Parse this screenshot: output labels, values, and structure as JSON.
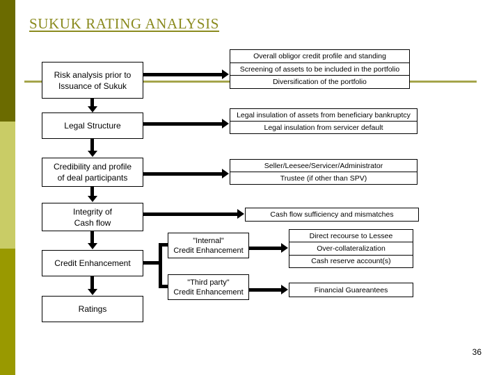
{
  "slide": {
    "title": "SUKUK RATING ANALYSIS",
    "page_number": "36",
    "accent_colors": {
      "title": "#8a8a1e",
      "rule": "#a5a54a",
      "band_top": "#6b6b00",
      "band_mid": "#c9cc66",
      "band_bottom": "#999900"
    }
  },
  "flow": {
    "main_steps": [
      {
        "id": "risk-analysis",
        "lines": [
          "Risk analysis prior to",
          "Issuance of Sukuk"
        ]
      },
      {
        "id": "legal-structure",
        "lines": [
          "Legal Structure"
        ]
      },
      {
        "id": "credibility",
        "lines": [
          "Credibility and profile",
          "of deal participants"
        ]
      },
      {
        "id": "integrity",
        "lines": [
          "Integrity of",
          "Cash flow"
        ]
      },
      {
        "id": "credit-enhancement",
        "lines": [
          "Credit Enhancement"
        ]
      },
      {
        "id": "ratings",
        "lines": [
          "Ratings"
        ]
      }
    ],
    "detail_groups": [
      {
        "id": "risk-analysis-details",
        "rows": [
          "Overall obligor credit profile and standing",
          "Screening of assets to be included in the portfolio",
          "Diversification of the portfolio"
        ]
      },
      {
        "id": "legal-structure-details",
        "rows": [
          "Legal insulation of assets from beneficiary bankruptcy",
          "Legal insulation from servicer default"
        ]
      },
      {
        "id": "credibility-details",
        "rows": [
          "Seller/Leesee/Servicer/Administrator",
          "Trustee (if other than SPV)"
        ]
      },
      {
        "id": "integrity-details",
        "rows": [
          "Cash flow sufficiency and mismatches"
        ]
      }
    ],
    "enhancement_branches": [
      {
        "id": "internal",
        "lines": [
          "\"Internal\"",
          "Credit Enhancement"
        ]
      },
      {
        "id": "third-party",
        "lines": [
          "\"Third party\"",
          "Credit Enhancement"
        ]
      }
    ],
    "enhancement_details": [
      {
        "id": "internal-details",
        "rows": [
          "Direct recourse to Lessee",
          "Over-collateralization",
          "Cash reserve account(s)"
        ]
      },
      {
        "id": "third-party-details",
        "rows": [
          "Financial Guareantees"
        ]
      }
    ]
  }
}
